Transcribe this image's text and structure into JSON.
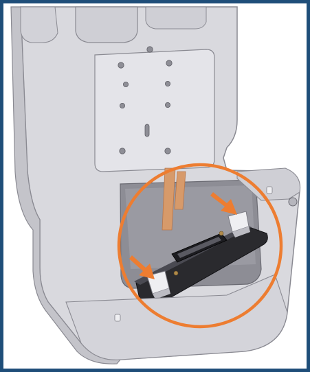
{
  "illustration": {
    "subject": "docking-cradle-render",
    "callout_shape": "circle",
    "arrow_count": 2
  },
  "colors": {
    "frame_border": "#1f4e79",
    "background": "#ffffff",
    "body_fill": "#d9d9de",
    "body_shadow": "#b9b9c0",
    "body_highlight": "#ececf0",
    "outline": "#7c7c84",
    "callout": "#ed7d31",
    "strip": "#d79a6a",
    "dark_part": "#2a2a2e"
  }
}
